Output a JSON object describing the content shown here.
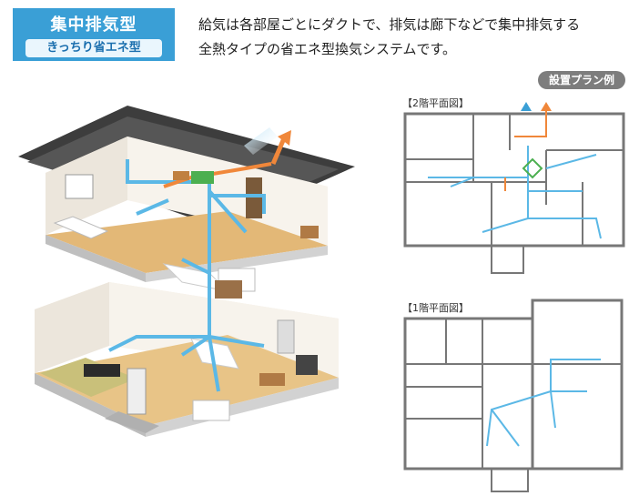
{
  "header": {
    "title": "集中排気型",
    "subtitle": "きっちり省エネ型"
  },
  "description": {
    "line1": "給気は各部屋ごとにダクトで、排気は廊下などで集中排気する",
    "line2": "全熱タイプの省エネ型換気システムです。"
  },
  "plan": {
    "badge": "設置プラン例",
    "floor2_label": "【2階平面図】",
    "floor1_label": "【1階平面図】"
  },
  "colors": {
    "accent": "#3a9fd6",
    "supply_duct": "#5bb8e6",
    "exhaust_duct": "#f0873a",
    "unit": "#4caf50",
    "wall": "#777777",
    "floor_wood": "#e3b877"
  }
}
